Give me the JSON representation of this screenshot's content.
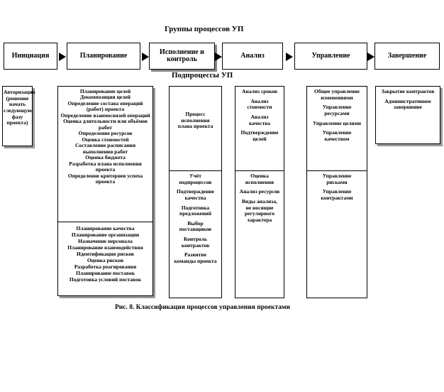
{
  "header": {
    "title": "Группы процессов УП",
    "subtitle": "Подпроцессы УП"
  },
  "phases": [
    {
      "label": "Инициация"
    },
    {
      "label": "Планирование"
    },
    {
      "label": "Исполнение и контроль"
    },
    {
      "label": "Анализ"
    },
    {
      "label": "Управление"
    },
    {
      "label": "Завершение"
    }
  ],
  "columns": {
    "initiation": {
      "text": "Авторизация (решение начать следующую фазу проекта)"
    },
    "planning": {
      "top": [
        "Планирование целей",
        "Декомпозиция целей",
        "Определение состава операций (работ) проекта",
        "Определение взаимосвязей операций",
        "Оценка длительности или объёмов работ",
        "Определение ресурсов",
        "Оценка стоимостей",
        "Составление расписания выполнения работ",
        "Оценка бюджета",
        "Разработка плана исполнения проекта",
        "Определение критериев успеха проекта"
      ],
      "bottom": [
        "Планирование качества",
        "Планирование организации",
        "Назначение персонала",
        "Планирование взаимодействия",
        "Идентификация рисков",
        "Оценка рисков",
        "Разработка реагирования",
        "Планирование поставок",
        "Подготовка условий поставок"
      ]
    },
    "execution": {
      "top": [
        "Процесс исполнения плана проекта"
      ],
      "bottom": [
        "Учёт подпроцессов",
        "Подтверждение качества",
        "Подготовка предложений",
        "Выбор поставщиков",
        "Контроль контрактов",
        "Развитие команды проекта"
      ]
    },
    "analysis": {
      "top": [
        "Анализ сроков",
        "Анализ стоимости",
        "Анализ качества",
        "Подтверждение целей"
      ],
      "bottom": [
        "Оценка исполнения",
        "Анализ ресурсов",
        "Виды анализа, не носящие регулярного характера"
      ]
    },
    "management": {
      "top": [
        "Общее управление изменениями",
        "Управление ресурсами",
        "Управление целями",
        "Управление качеством"
      ],
      "bottom": [
        "Управление рисками",
        "Управление контрактами"
      ]
    },
    "completion": {
      "items": [
        "Закрытие контрактов",
        "Административное завершение"
      ]
    }
  },
  "caption": "Рис. 8. Классификация процессов управления проектами"
}
